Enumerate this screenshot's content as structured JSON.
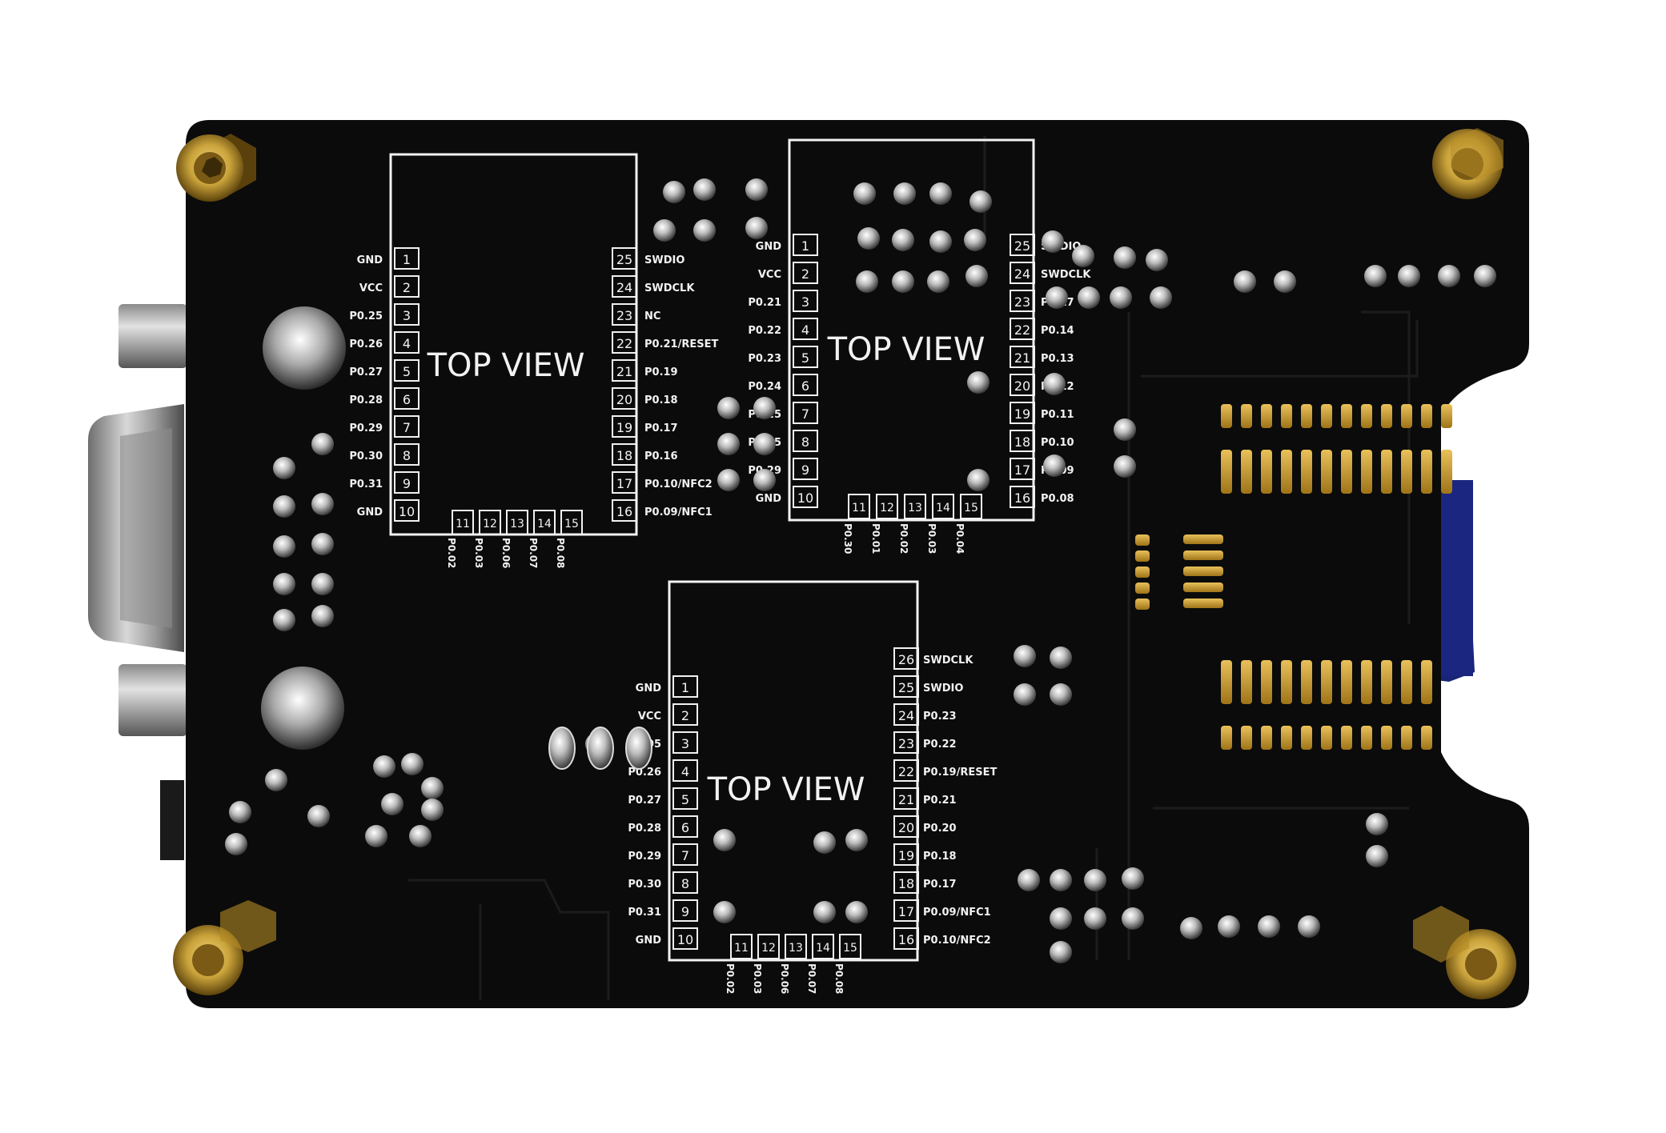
{
  "photo": {
    "subject": "",
    "colors": {
      "background": "#ffffff",
      "pcb": "#0b0b0b",
      "silkscreen": "#f2f2f2",
      "gold": "#c9a23a",
      "sd_card": "#1f2d8f",
      "connector_metal": "#b9b9b9"
    }
  },
  "modules": [
    {
      "id": "module-top-left",
      "title": "TOP VIEW",
      "left_labels": [
        "GND",
        "VCC",
        "P0.25",
        "P0.26",
        "P0.27",
        "P0.28",
        "P0.29",
        "P0.30",
        "P0.31",
        "GND"
      ],
      "left_numbers": [
        "1",
        "2",
        "3",
        "4",
        "5",
        "6",
        "7",
        "8",
        "9",
        "10"
      ],
      "bottom_numbers": [
        "11",
        "12",
        "13",
        "14",
        "15"
      ],
      "bottom_labels": [
        "P0.02",
        "P0.03",
        "P0.06",
        "P0.07",
        "P0.08"
      ],
      "right_numbers": [
        "25",
        "24",
        "23",
        "22",
        "21",
        "20",
        "19",
        "18",
        "17",
        "16"
      ],
      "right_labels": [
        "SWDIO",
        "SWDCLK",
        "NC",
        "P0.21/RESET",
        "P0.19",
        "P0.18",
        "P0.17",
        "P0.16",
        "P0.10/NFC2",
        "P0.09/NFC1"
      ]
    },
    {
      "id": "module-top-right",
      "title": "TOP VIEW",
      "left_labels": [
        "GND",
        "VCC",
        "P0.21",
        "P0.22",
        "P0.23",
        "P0.24",
        "P0.25",
        "P0.25",
        "P0.29",
        "GND"
      ],
      "left_numbers": [
        "1",
        "2",
        "3",
        "4",
        "5",
        "6",
        "7",
        "8",
        "9",
        "10"
      ],
      "bottom_numbers": [
        "11",
        "12",
        "13",
        "14",
        "15"
      ],
      "bottom_labels": [
        "P0.30",
        "P0.01",
        "P0.02",
        "P0.03",
        "P0.04"
      ],
      "right_numbers": [
        "25",
        "24",
        "23",
        "22",
        "21",
        "20",
        "19",
        "18",
        "17",
        "16"
      ],
      "right_labels": [
        "SWDIO",
        "SWDCLK",
        "P0.17",
        "P0.14",
        "P0.13",
        "P0.12",
        "P0.11",
        "P0.10",
        "P0.09",
        "P0.08"
      ]
    },
    {
      "id": "module-bottom",
      "title": "TOP VIEW",
      "left_labels": [
        "GND",
        "VCC",
        "P0.05",
        "P0.26",
        "P0.27",
        "P0.28",
        "P0.29",
        "P0.30",
        "P0.31",
        "GND"
      ],
      "left_numbers": [
        "1",
        "2",
        "3",
        "4",
        "5",
        "6",
        "7",
        "8",
        "9",
        "10"
      ],
      "bottom_numbers": [
        "11",
        "12",
        "13",
        "14",
        "15"
      ],
      "bottom_labels": [
        "P0.02",
        "P0.03",
        "P0.06",
        "P0.07",
        "P0.08"
      ],
      "right_numbers": [
        "26",
        "25",
        "24",
        "23",
        "22",
        "21",
        "20",
        "19",
        "18",
        "17",
        "16"
      ],
      "right_labels": [
        "SWDCLK",
        "SWDIO",
        "P0.23",
        "P0.22",
        "P0.19/RESET",
        "P0.21",
        "P0.20",
        "P0.18",
        "P0.17",
        "P0.09/NFC1",
        "P0.10/NFC2"
      ]
    }
  ]
}
